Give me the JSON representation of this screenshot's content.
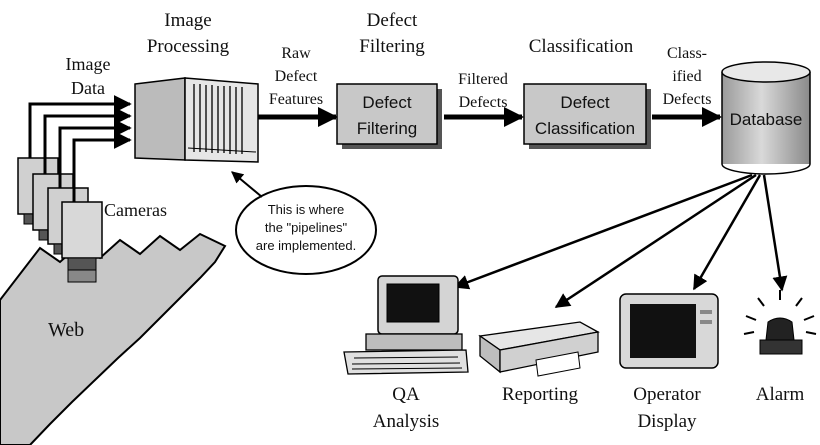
{
  "labels": {
    "image_data": [
      "Image",
      "Data"
    ],
    "image_processing": [
      "Image",
      "Processing"
    ],
    "raw_defect_features": [
      "Raw",
      "Defect",
      "Features"
    ],
    "defect_filtering_header": [
      "Defect",
      "Filtering"
    ],
    "classification_header": "Classification",
    "filtered_defects": [
      "Filtered",
      "Defects"
    ],
    "classified_defects": [
      "Class-",
      "ified",
      "Defects"
    ],
    "cameras": "Cameras",
    "web": "Web",
    "callout": [
      "This is where",
      "the \"pipelines\"",
      "are implemented."
    ]
  },
  "boxes": {
    "defect_filtering": [
      "Defect",
      "Filtering"
    ],
    "defect_classification": [
      "Defect",
      "Classification"
    ],
    "database": "Database"
  },
  "outputs": {
    "qa_analysis": [
      "QA",
      "Analysis"
    ],
    "reporting": "Reporting",
    "operator_display": [
      "Operator",
      "Display"
    ],
    "alarm": "Alarm"
  }
}
